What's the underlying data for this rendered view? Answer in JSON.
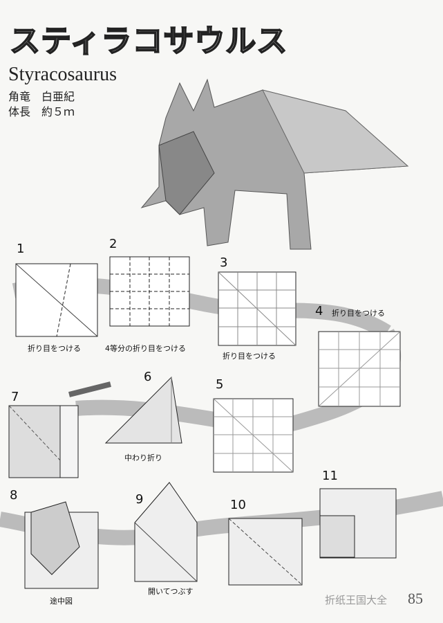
{
  "title": {
    "japanese": "スティラコサウルス",
    "english": "Styracosaurus"
  },
  "info": [
    {
      "label": "角竜",
      "value": "白亜紀"
    },
    {
      "label": "体長",
      "value": "約５ｍ"
    }
  ],
  "steps": [
    {
      "number": "1",
      "caption": "折り目をつける"
    },
    {
      "number": "2",
      "caption": "4等分の折り目をつける"
    },
    {
      "number": "3",
      "caption": "折り目をつける"
    },
    {
      "number": "4",
      "caption": "折り目をつける"
    },
    {
      "number": "5",
      "caption": ""
    },
    {
      "number": "6",
      "caption": "中わり折り"
    },
    {
      "number": "7",
      "caption": ""
    },
    {
      "number": "8",
      "caption": "途中図"
    },
    {
      "number": "9",
      "caption": "開いてつぶす"
    },
    {
      "number": "10",
      "caption": ""
    },
    {
      "number": "11",
      "caption": ""
    }
  ],
  "page_number": "85",
  "watermark": "折纸王国大全"
}
